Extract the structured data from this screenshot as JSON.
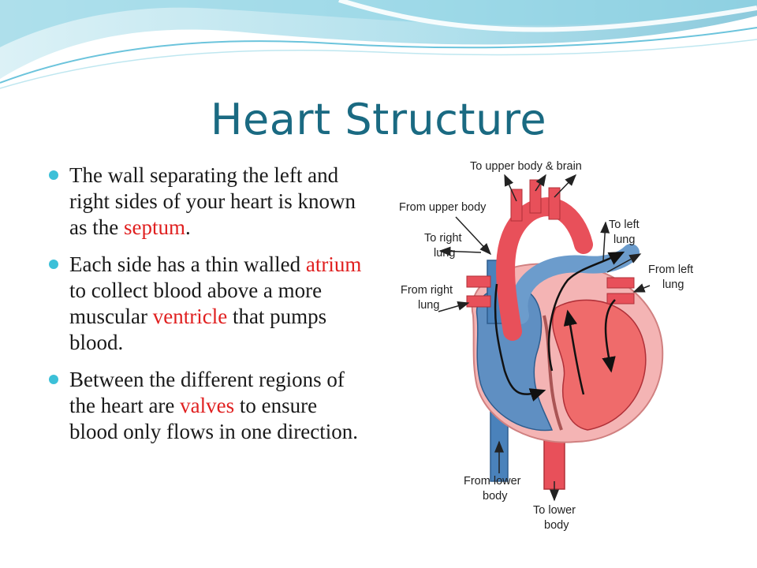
{
  "slide": {
    "title": "Heart Structure",
    "colors": {
      "title": "#1a6a82",
      "highlight": "#e02020",
      "bullet": "#3cc0d8",
      "oxygenated": "#e8505a",
      "deoxygenated": "#4a82bb"
    },
    "bullets": [
      {
        "before": "The wall separating the left and right sides of your heart is known as the ",
        "term": "septum",
        "after": "."
      },
      {
        "before": "Each side has a thin walled ",
        "term": "atrium",
        "middle": " to collect blood above a more muscular ",
        "term2": "ventricle",
        "after": " that pumps blood."
      },
      {
        "before": "Between the different regions of the heart are ",
        "term": "valves",
        "after": " to ensure blood only flows in one direction."
      }
    ]
  },
  "diagram": {
    "labels": {
      "upper_body_brain": "To upper body & brain",
      "from_upper_body": "From upper body",
      "to_right_lung_1": "To right",
      "to_right_lung_2": "lung",
      "to_left_lung_1": "To left",
      "to_left_lung_2": "lung",
      "from_left_lung_1": "From left",
      "from_left_lung_2": "lung",
      "from_right_lung_1": "From right",
      "from_right_lung_2": "lung",
      "from_lower_body_1": "From lower",
      "from_lower_body_2": "body",
      "to_lower_body_1": "To lower",
      "to_lower_body_2": "body"
    }
  }
}
